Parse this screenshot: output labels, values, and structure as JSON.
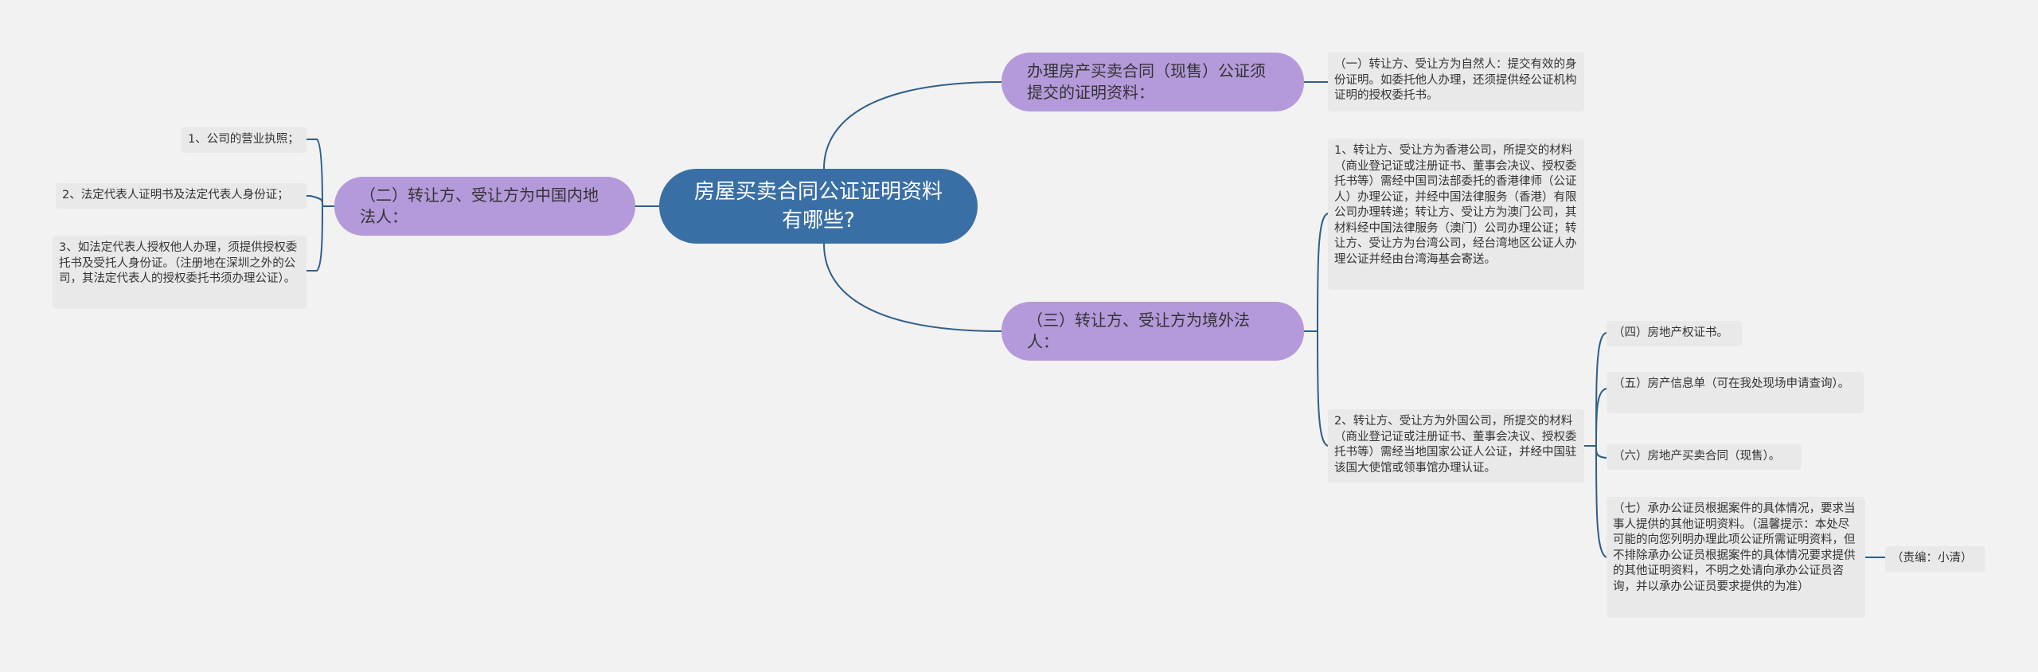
{
  "colors": {
    "background": "#f2f2f2",
    "root": "#3a6fa5",
    "branch": "#b49ada",
    "leaf": "#e9e9e9",
    "line": "#2f5f8a"
  },
  "root": {
    "label": "房屋买卖合同公证证明资料有哪些?"
  },
  "branches": {
    "b1": {
      "label": "办理房产买卖合同（现售）公证须提交的证明资料："
    },
    "b2": {
      "label": "（二）转让方、受让方为中国内地法人："
    },
    "b3": {
      "label": "（三）转让方、受让方为境外法人："
    }
  },
  "leaves": {
    "l1": "（一）转让方、受让方为自然人：提交有效的身份证明。如委托他人办理，还须提供经公证机构证明的授权委托书。",
    "l2a": "1、公司的营业执照；",
    "l2b": "2、法定代表人证明书及法定代表人身份证；",
    "l2c": "3、如法定代表人授权他人办理，须提供授权委托书及受托人身份证。（注册地在深圳之外的公司，其法定代表人的授权委托书须办理公证）。",
    "l3a": "1、转让方、受让方为香港公司，所提交的材料（商业登记证或注册证书、董事会决议、授权委托书等）需经中国司法部委托的香港律师（公证人）办理公证，并经中国法律服务（香港）有限公司办理转递；转让方、受让方为澳门公司，其材料经中国法律服务（澳门）公司办理公证；转让方、受让方为台湾公司，经台湾地区公证人办理公证并经由台湾海基会寄送。",
    "l3b": "2、转让方、受让方为外国公司，所提交的材料（商业登记证或注册证书、董事会决议、授权委托书等）需经当地国家公证人公证，并经中国驻该国大使馆或领事馆办理认证。",
    "l4": "（四）房地产权证书。",
    "l5": "（五）房产信息单（可在我处现场申请查询）。",
    "l6": "（六）房地产买卖合同（现售）。",
    "l7": "（七）承办公证员根据案件的具体情况，要求当事人提供的其他证明资料。（温馨提示：本处尽可能的向您列明办理此项公证所需证明资料，但不排除承办公证员根据案件的具体情况要求提供的其他证明资料，不明之处请向承办公证员咨询，并以承办公证员要求提供的为准）",
    "l8": "（责编：小清）"
  }
}
